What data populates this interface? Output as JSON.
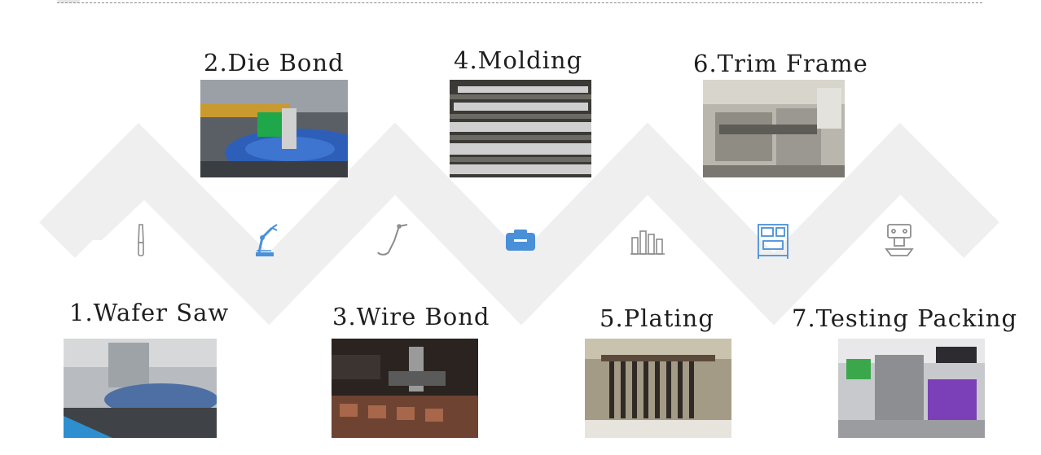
{
  "steps": [
    {
      "label": "1.Wafer Saw",
      "photo": "wafer-saw-photo"
    },
    {
      "label": "2.Die Bond",
      "photo": "die-bond-photo"
    },
    {
      "label": "3.Wire Bond",
      "photo": "wire-bond-photo"
    },
    {
      "label": "4.Molding",
      "photo": "molding-photo"
    },
    {
      "label": "5.Plating",
      "photo": "plating-photo"
    },
    {
      "label": "6.Trim Frame",
      "photo": "trim-frame-photo"
    },
    {
      "label": "7.Testing Packing",
      "photo": "testing-packing-photo"
    }
  ],
  "icons": [
    "knife-icon",
    "robot-arm-icon",
    "wire-bonder-icon",
    "mold-box-icon",
    "plating-tanks-icon",
    "trim-machine-icon",
    "test-press-icon"
  ],
  "colors": {
    "zigzag": "#efefef",
    "icon_blue": "#4a90d9",
    "icon_gray": "#8c8c8c"
  }
}
